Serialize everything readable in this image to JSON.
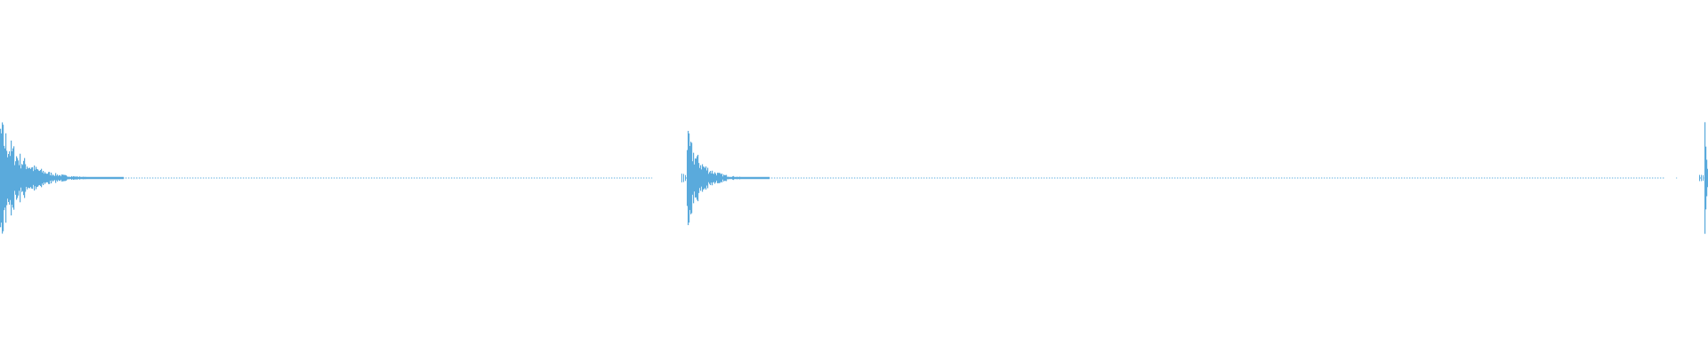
{
  "waveform": {
    "color": "#5aaadc",
    "baseline_color": "#7cbde6",
    "transient_count": 3,
    "transients": [
      {
        "position_fraction": 0.0,
        "peak_amplitude": 1.0,
        "decay": 0.045
      },
      {
        "position_fraction": 0.402,
        "peak_amplitude": 0.79,
        "decay": 0.03
      },
      {
        "position_fraction": 0.998,
        "peak_amplitude": 1.0,
        "decay": 0.004
      }
    ],
    "silence_gaps": [
      {
        "start_fraction": 0.38,
        "end_fraction": 0.401
      },
      {
        "start_fraction": 0.975,
        "end_fraction": 0.995
      }
    ]
  }
}
